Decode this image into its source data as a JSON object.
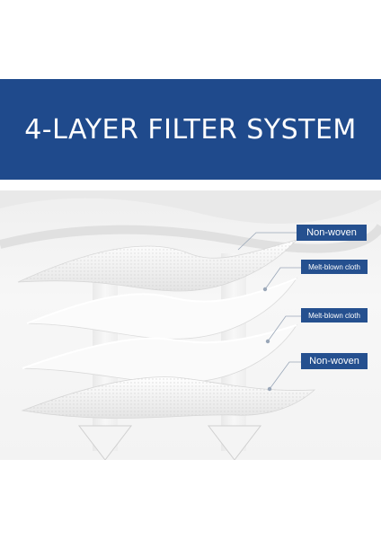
{
  "banner": {
    "title": "4-LAYER FILTER SYSTEM",
    "color": "#1f4a8c"
  },
  "layers": [
    {
      "label": "Non-woven"
    },
    {
      "label": "Melt-blown cloth"
    },
    {
      "label": "Melt-blown cloth"
    },
    {
      "label": "Non-woven"
    }
  ],
  "tag_color": "#25508f",
  "icons": [
    "arrow-down-icon",
    "arrow-down-icon"
  ]
}
